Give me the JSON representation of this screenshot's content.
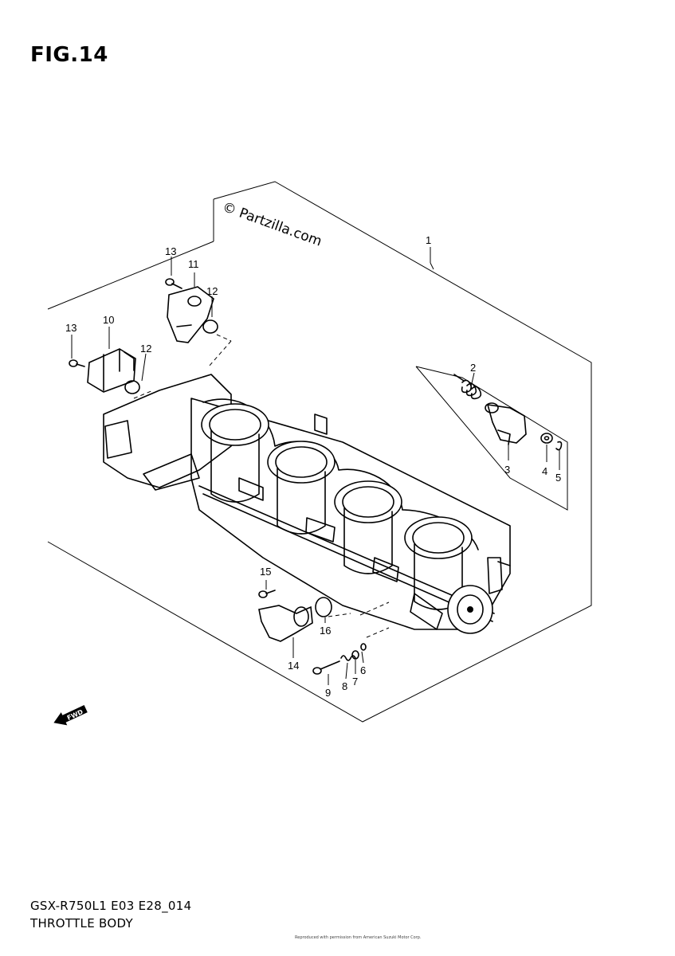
{
  "figure": {
    "title": "FIG.14",
    "model_code": "GSX-R750L1 E03 E28_014",
    "name": "THROTTLE BODY",
    "watermark": "© Partzilla.com",
    "footer_text": "Reproduced with permission from American Suzuki Motor Corp.",
    "forward_marker": "FWD"
  },
  "callouts": [
    {
      "id": "callout-1",
      "text": "1"
    },
    {
      "id": "callout-2",
      "text": "2"
    },
    {
      "id": "callout-3",
      "text": "3"
    },
    {
      "id": "callout-4",
      "text": "4"
    },
    {
      "id": "callout-5",
      "text": "5"
    },
    {
      "id": "callout-6",
      "text": "6"
    },
    {
      "id": "callout-7",
      "text": "7"
    },
    {
      "id": "callout-8",
      "text": "8"
    },
    {
      "id": "callout-9",
      "text": "9"
    },
    {
      "id": "callout-10",
      "text": "10"
    },
    {
      "id": "callout-11",
      "text": "11"
    },
    {
      "id": "callout-12a",
      "text": "12"
    },
    {
      "id": "callout-12b",
      "text": "12"
    },
    {
      "id": "callout-13a",
      "text": "13"
    },
    {
      "id": "callout-13b",
      "text": "13"
    },
    {
      "id": "callout-14",
      "text": "14"
    },
    {
      "id": "callout-15",
      "text": "15"
    },
    {
      "id": "callout-16",
      "text": "16"
    }
  ]
}
